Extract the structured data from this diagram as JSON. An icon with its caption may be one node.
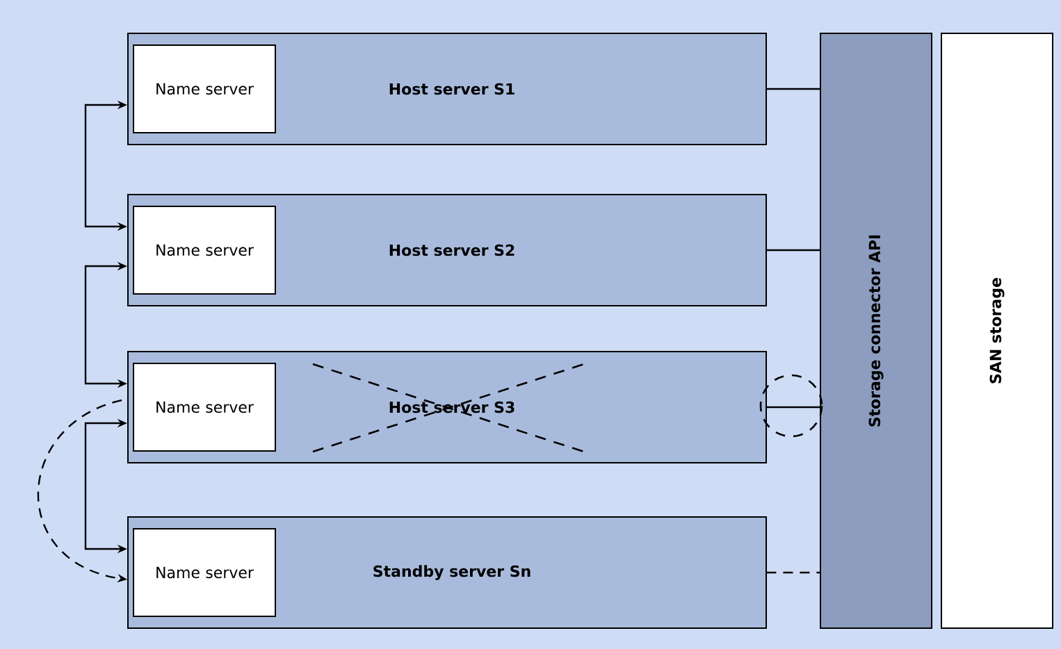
{
  "diagram": {
    "nodes": [
      {
        "text": [
          "Host server S1"
        ]
      },
      {
        "text": [
          "Name server"
        ],
        "in": 0
      },
      {
        "text": [
          "Host server S2"
        ]
      },
      {
        "text": [
          "Name server"
        ],
        "in": 2
      },
      {
        "text": [
          "Host server S3"
        ]
      },
      {
        "text": [
          "Name server"
        ],
        "in": 4
      },
      {
        "text": [
          "Standby server Sn"
        ]
      },
      {
        "text": [
          "Name server"
        ],
        "in": 6
      },
      {
        "text": [
          "Storage connector  API"
        ]
      },
      {
        "text": [
          "SAN storage"
        ]
      }
    ],
    "edges": [
      {
        "from": 1,
        "to": 3,
        "arrow": "both"
      },
      {
        "from": 3,
        "to": 5,
        "arrow": "both"
      },
      {
        "from": 5,
        "to": 7,
        "arrow": "both"
      },
      {
        "from": 5,
        "to": 7,
        "arrow": "to",
        "style": "dashed"
      },
      {
        "from": 0,
        "to": 8,
        "arrow": "none"
      },
      {
        "from": 2,
        "to": 8,
        "arrow": "none"
      },
      {
        "from": 4,
        "to": 8,
        "arrow": "none"
      },
      {
        "from": 6,
        "to": 8,
        "arrow": "none",
        "style": "dashed"
      }
    ]
  }
}
